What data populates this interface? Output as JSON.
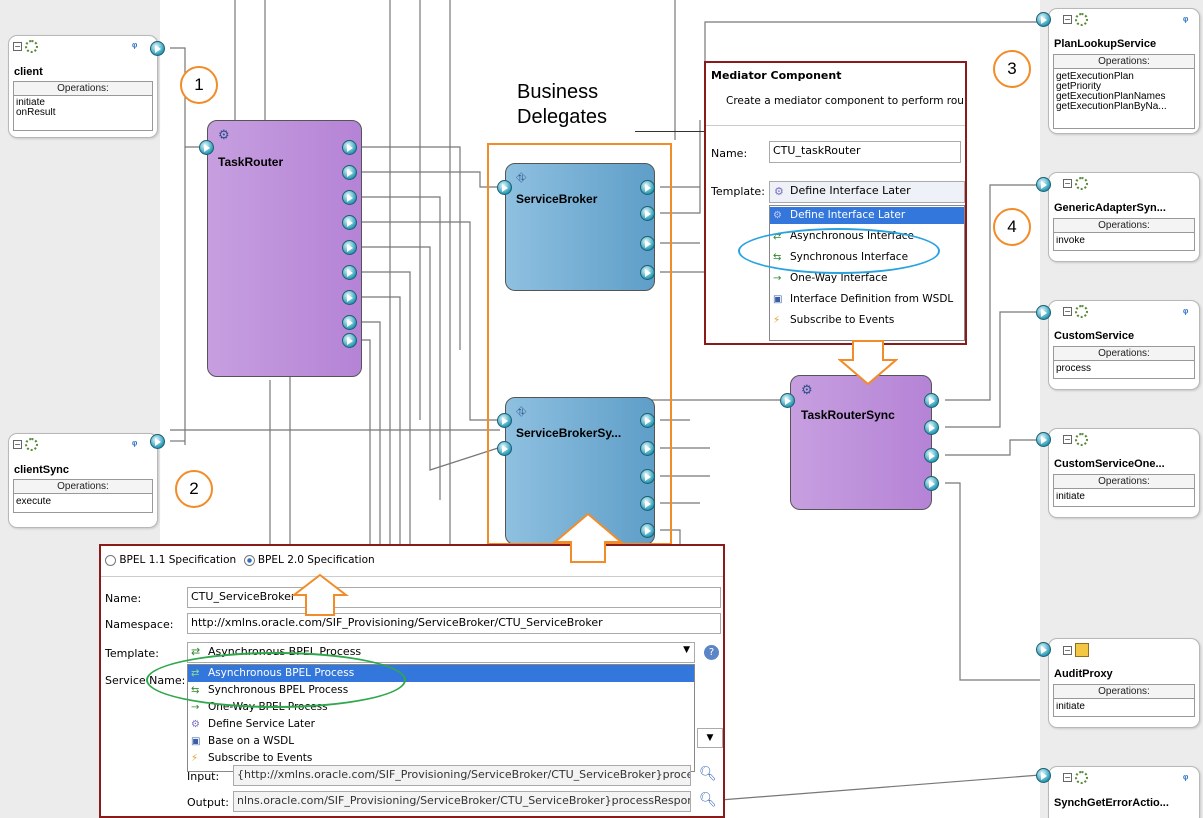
{
  "annotations": {
    "numbers": [
      "1",
      "2",
      "3",
      "4"
    ],
    "business_delegates": "Business\nDelegates"
  },
  "services_left": [
    {
      "title": "client",
      "ops_header": "Operations:",
      "ops": [
        "initiate",
        "onResult"
      ]
    },
    {
      "title": "clientSync",
      "ops_header": "Operations:",
      "ops": [
        "execute"
      ]
    }
  ],
  "services_right": [
    {
      "title": "PlanLookupService",
      "ops_header": "Operations:",
      "ops": [
        "getExecutionPlan",
        "getPriority",
        "getExecutionPlanNames",
        "getExecutionPlanByNa..."
      ]
    },
    {
      "title": "GenericAdapterSyn...",
      "ops_header": "Operations:",
      "ops": [
        "invoke"
      ]
    },
    {
      "title": "CustomService",
      "ops_header": "Operations:",
      "ops": [
        "process"
      ]
    },
    {
      "title": "CustomServiceOne...",
      "ops_header": "Operations:",
      "ops": [
        "initiate"
      ]
    },
    {
      "title": "AuditProxy",
      "ops_header": "Operations:",
      "ops": [
        "initiate"
      ]
    },
    {
      "title": "SynchGetErrorActio...",
      "ops_header": "",
      "ops": []
    }
  ],
  "components": {
    "task_router": "TaskRouter",
    "service_broker": "ServiceBroker",
    "service_broker_sync": "ServiceBrokerSy...",
    "task_router_sync": "TaskRouterSync"
  },
  "mediator_dialog": {
    "title": "Mediator Component",
    "description": "Create a mediator component to perform rou",
    "name_label": "Name:",
    "name_value": "CTU_taskRouter",
    "template_label": "Template:",
    "template_value": "Define Interface Later",
    "options": [
      "Define Interface Later",
      "Asynchronous Interface",
      "Synchronous Interface",
      "One-Way Interface",
      "Interface Definition from WSDL",
      "Subscribe to Events"
    ],
    "selected_index": 0
  },
  "bpel_dialog": {
    "spec_11": "BPEL 1.1 Specification",
    "spec_20": "BPEL 2.0 Specification",
    "spec_selected": "BPEL 2.0 Specification",
    "name_label": "Name:",
    "name_value": "CTU_ServiceBroker",
    "namespace_label": "Namespace:",
    "namespace_value": "http://xmlns.oracle.com/SIF_Provisioning/ServiceBroker/CTU_ServiceBroker",
    "template_label": "Template:",
    "template_value": "Asynchronous BPEL Process",
    "service_name_label": "Service Name:",
    "options": [
      "Asynchronous BPEL Process",
      "Synchronous BPEL Process",
      "One-Way BPEL Process",
      "Define Service Later",
      "Base on a WSDL",
      "Subscribe to Events"
    ],
    "selected_index": 0,
    "input_label": "Input:",
    "input_value": "{http://xmlns.oracle.com/SIF_Provisioning/ServiceBroker/CTU_ServiceBroker}process",
    "output_label": "Output:",
    "output_value": "nlns.oracle.com/SIF_Provisioning/ServiceBroker/CTU_ServiceBroker}processResponse"
  },
  "colors": {
    "orange": "#f28c28",
    "dialog_border": "#8b1a1a",
    "ellipse_blue": "#29a3e0",
    "ellipse_green": "#2ea84a",
    "selection": "#3377dd",
    "mediator_purple": "#b583d6",
    "bpel_blue": "#5e9ec8"
  }
}
